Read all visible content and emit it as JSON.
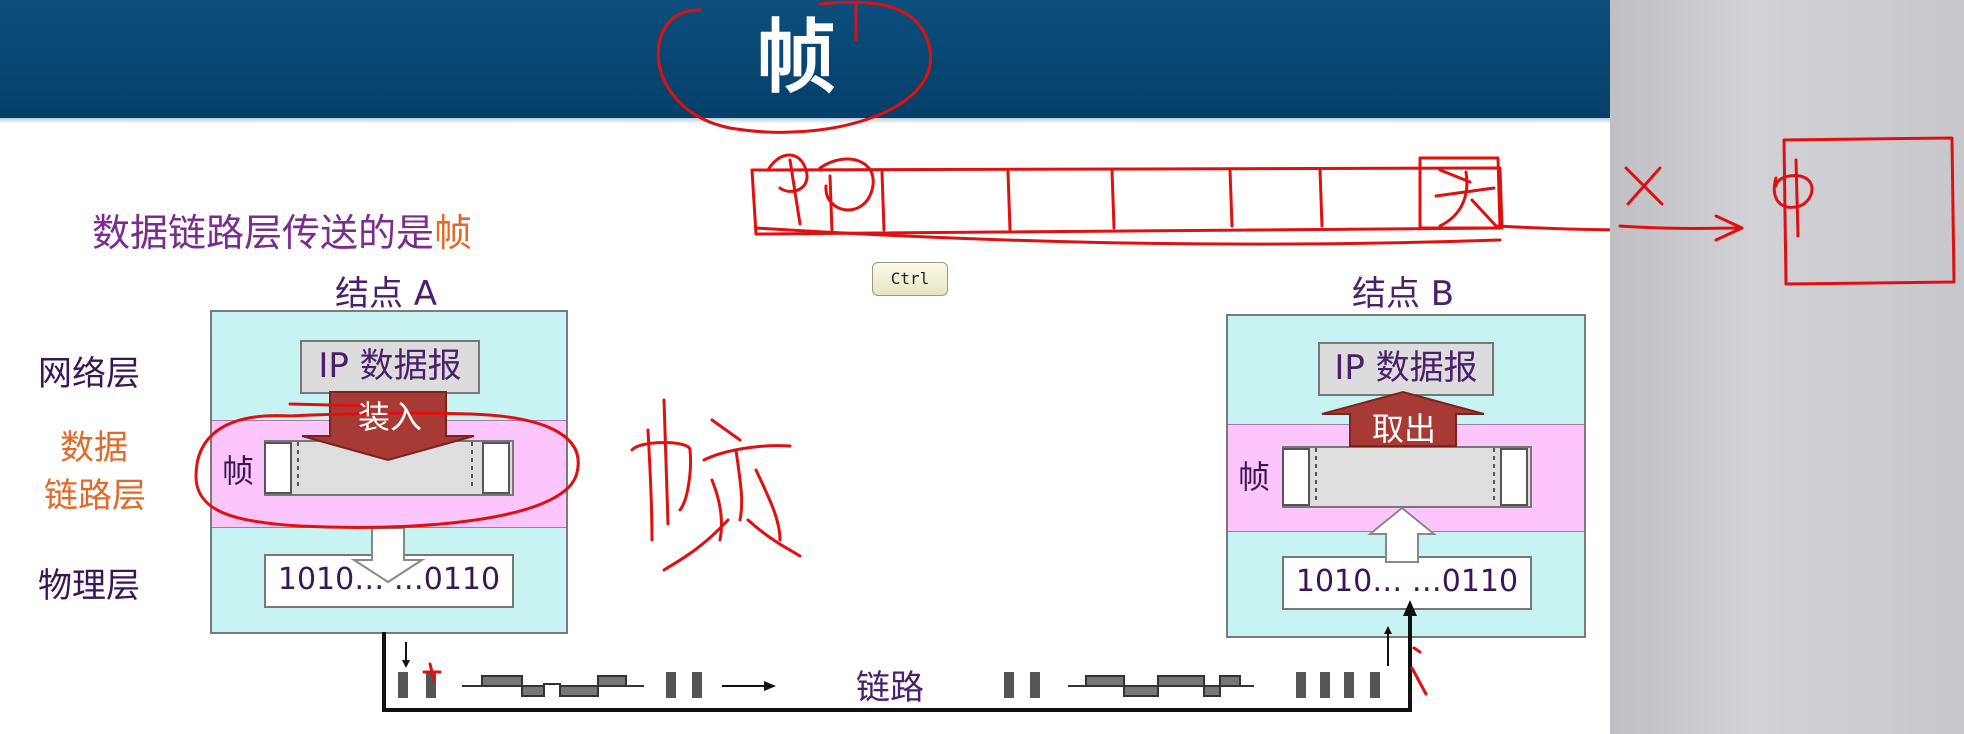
{
  "slide": {
    "title": "帧",
    "subtitle_prefix": "数据链路层传送的是",
    "subtitle_highlight": "帧",
    "node_a": "结点 A",
    "node_b": "结点 B",
    "layers": {
      "network": "网络层",
      "datalink_line1": "数据",
      "datalink_line2": "链路层",
      "physical": "物理层"
    },
    "ip_datagram": "IP 数据报",
    "encapsulate": "装入",
    "extract": "取出",
    "frame": "帧",
    "bits_a": "1010… …0110",
    "bits_b": "1010… …0110",
    "link": "链路"
  },
  "keystroke_badge": "Ctrl",
  "colors": {
    "title_bar": "#054070",
    "stack_bg": "#c8f3f3",
    "band_pink": "#fcc6fc",
    "arrow_red": "#a73a34",
    "ink_red": "#e01010"
  }
}
